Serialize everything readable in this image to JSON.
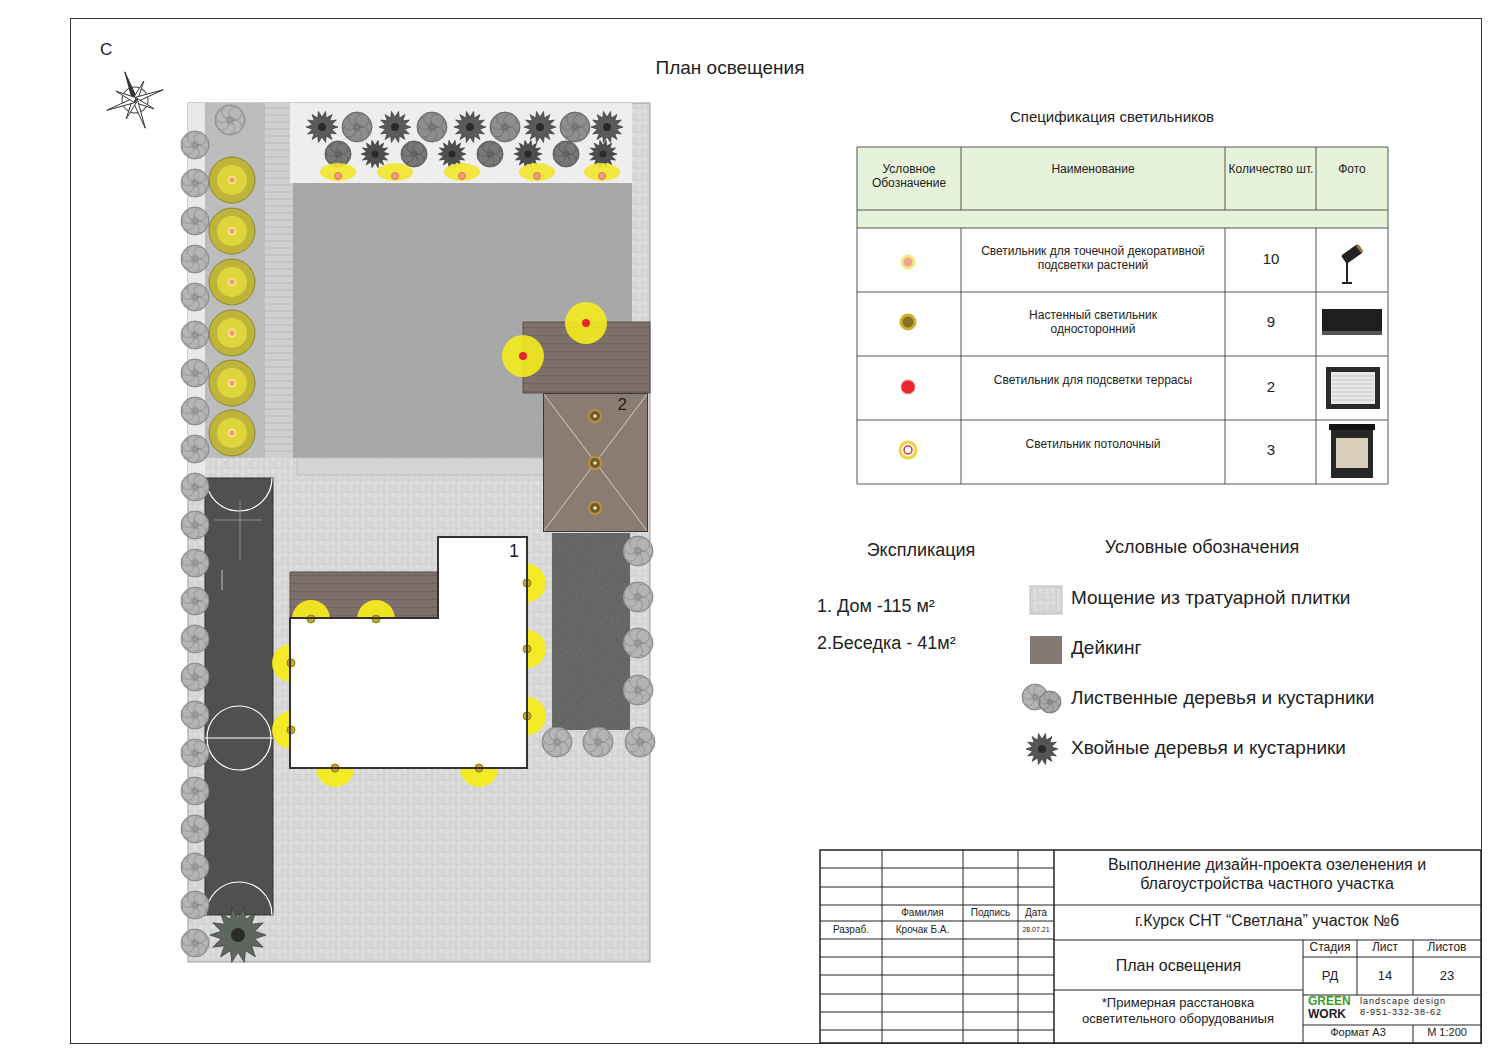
{
  "diagram": {
    "title": "План освещения",
    "nodes": [
      {
        "text": [
          "1"
        ]
      },
      {
        "text": [
          "2"
        ]
      }
    ],
    "labels": [
      "С",
      "Спецификация светильников",
      "Условное Обозначение",
      "Наименование",
      "Количество шт.",
      "Фото",
      "Светильник для точечной декоративной подсветки растений",
      "10",
      "Настенный светильник односторонний",
      "9",
      "Светильник для подсветки террасы",
      "2",
      "Светильник потолочный",
      "3",
      "Экспликация",
      "1. Дом -115 м²",
      "2.Беседка - 41м²",
      "Условные обозначения",
      "Выполнение дизайн-проекта озеленения и благоустройства частного участка",
      "Фамилия",
      "Подпись",
      "Дата",
      "Разраб.",
      "Крочак Б.А.",
      "28.07.21",
      "г.Курск СНТ “Светлана” участок №6",
      "План освещения",
      "Стадия",
      "Лист",
      "Листов",
      "РД",
      "14",
      "23",
      "*Примерная расстановка осветительного оборудованиыя",
      "GREEN",
      "WORK",
      "landscape design",
      "8-951-332-38-62",
      "Формат А3",
      "М 1:200"
    ],
    "legend": [
      {
        "text": "Мощение из тратуарной плитки"
      },
      {
        "text": "Дейкинг",
        "color": "#857a73"
      },
      {
        "text": "Лиственные деревья и кустарники"
      },
      {
        "text": "Хвойные деревья и кустарники"
      }
    ]
  }
}
